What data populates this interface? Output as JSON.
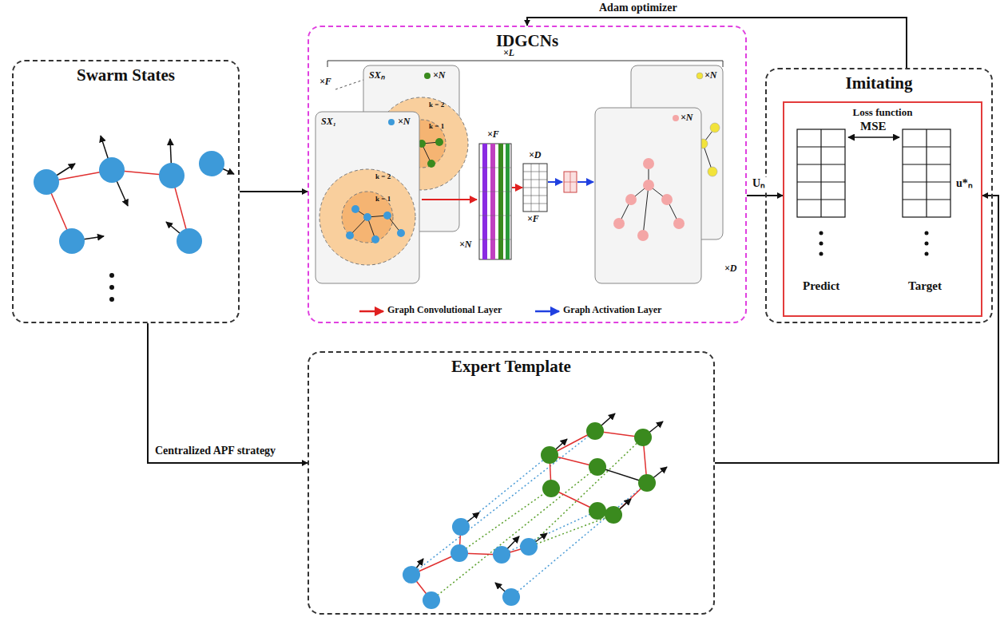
{
  "diagram": {
    "nodes": [
      {
        "text": [
          "Swarm States"
        ]
      },
      {
        "text": [
          "IDGCNs"
        ]
      },
      {
        "text": [
          "Imitating"
        ]
      },
      {
        "text": [
          "Loss function"
        ],
        "in": 2
      },
      {
        "text": [
          "Expert Template"
        ]
      }
    ],
    "edges": [
      {
        "from": 0,
        "to": 1,
        "arrow": "to"
      },
      {
        "from": 1,
        "to": 3,
        "label": "Uₙ",
        "arrow": "to"
      },
      {
        "from": 2,
        "to": 1,
        "label": "Adam optimizer",
        "arrow": "to"
      },
      {
        "from": 0,
        "to": 4,
        "label": "Centralized APF strategy",
        "arrow": "to"
      },
      {
        "from": 4,
        "to": 3,
        "label": "u*ₙ",
        "arrow": "to"
      }
    ],
    "labels": [
      "×L",
      "×F",
      "SXₙ",
      "×N",
      "k = 2",
      "k = 1",
      "SX₁",
      "×N",
      "k = 2",
      "k = 1",
      "×F",
      "×N",
      "×D",
      "×F",
      "×N",
      "×N",
      "×D",
      "MSE",
      "Predict",
      "Target"
    ],
    "legend": [
      {
        "text": "Graph Convolutional Layer"
      },
      {
        "text": "Graph Activation Layer"
      }
    ]
  }
}
